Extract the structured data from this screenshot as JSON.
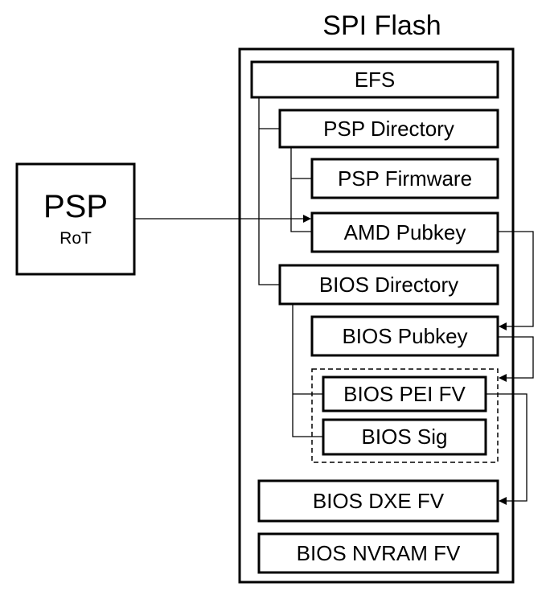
{
  "diagram": {
    "title": "SPI Flash",
    "psp": {
      "title": "PSP",
      "subtitle": "RoT"
    },
    "blocks": {
      "efs": "EFS",
      "psp_directory": "PSP Directory",
      "psp_firmware": "PSP Firmware",
      "amd_pubkey": "AMD Pubkey",
      "bios_directory": "BIOS Directory",
      "bios_pubkey": "BIOS Pubkey",
      "bios_pei_fv": "BIOS PEI FV",
      "bios_sig": "BIOS Sig",
      "bios_dxe_fv": "BIOS DXE FV",
      "bios_nvram_fv": "BIOS NVRAM FV"
    }
  }
}
